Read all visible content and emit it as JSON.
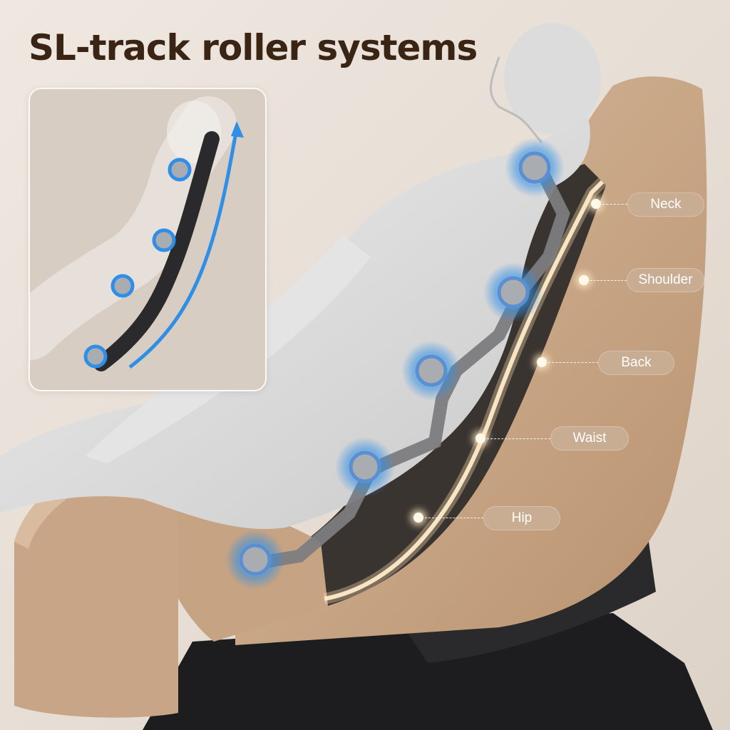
{
  "title": "SL-track roller systems",
  "zones": [
    {
      "label": "Neck"
    },
    {
      "label": "Shoulder"
    },
    {
      "label": "Back"
    },
    {
      "label": "Waist"
    },
    {
      "label": "Hip"
    }
  ],
  "colors": {
    "title": "#3a2414",
    "upholstery": "#c8a98a",
    "roller_glow": "#2f8fe6",
    "label_pill": "#c9ad93"
  }
}
